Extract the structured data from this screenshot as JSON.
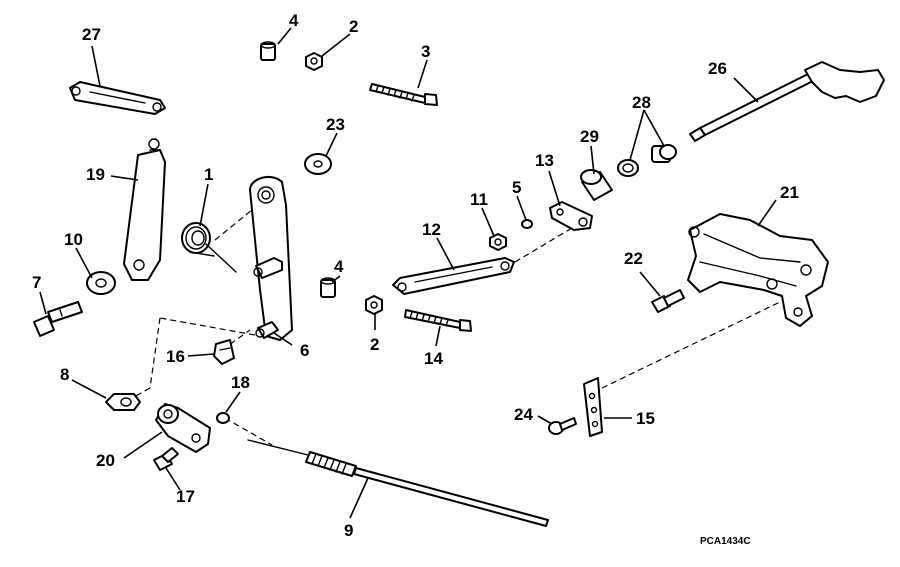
{
  "diagram_code": "PCA1434C",
  "callouts": {
    "c1": "1",
    "c2a": "2",
    "c2b": "2",
    "c3": "3",
    "c4a": "4",
    "c4b": "4",
    "c5": "5",
    "c6": "6",
    "c7": "7",
    "c8": "8",
    "c9": "9",
    "c10": "10",
    "c11": "11",
    "c12": "12",
    "c13": "13",
    "c14": "14",
    "c15": "15",
    "c16": "16",
    "c17": "17",
    "c18": "18",
    "c19": "19",
    "c20": "20",
    "c21": "21",
    "c22": "22",
    "c23": "23",
    "c24": "24",
    "c26": "26",
    "c27": "27",
    "c28": "28",
    "c29": "29"
  }
}
